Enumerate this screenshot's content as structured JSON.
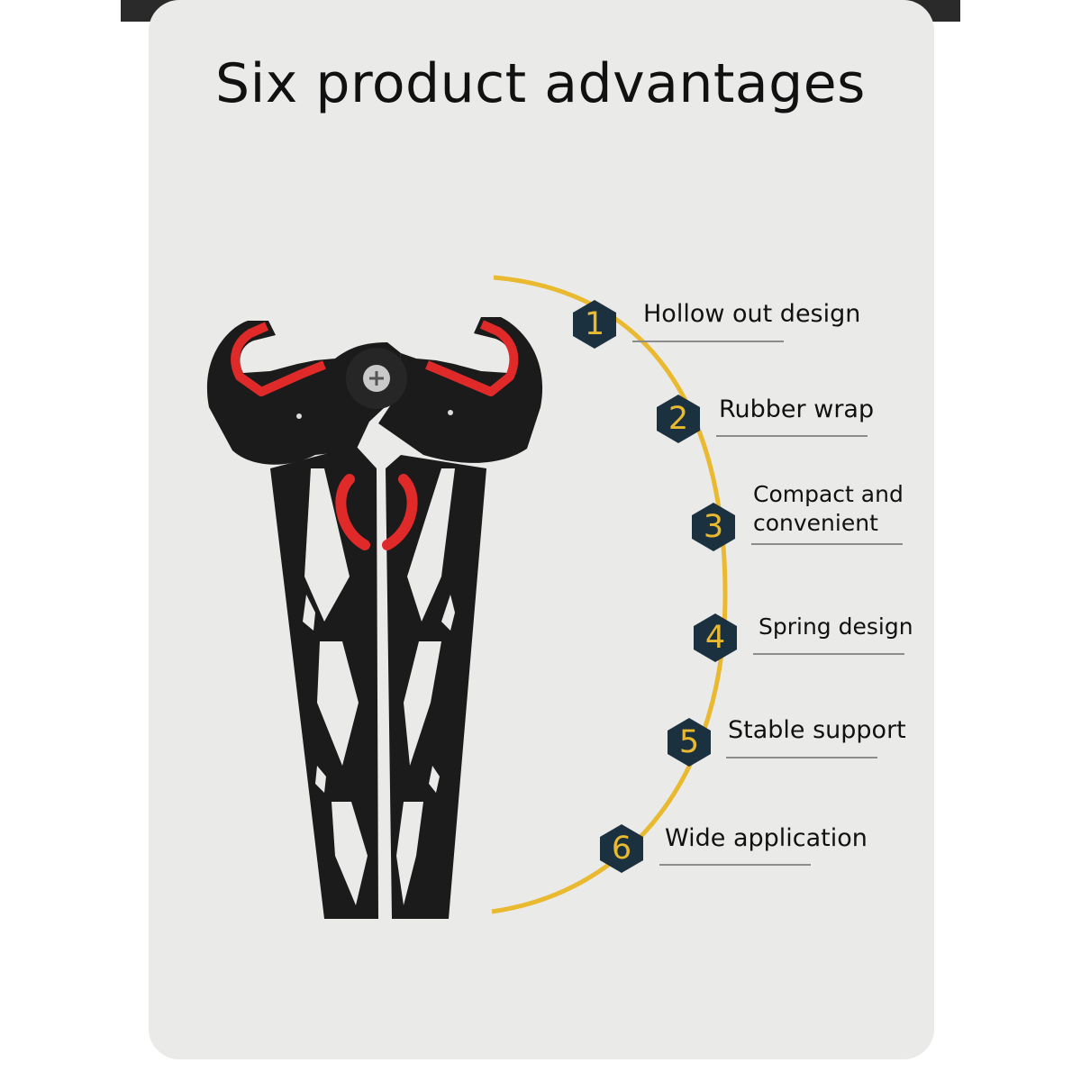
{
  "page": {
    "title": "Six product advantages"
  },
  "colors": {
    "card_background": "#eaeae9",
    "arc": "#e9b930",
    "badge_fill": "#1c3140",
    "badge_number": "#e9b930",
    "product_black": "#1b1b1b",
    "product_red": "#e02a2a"
  },
  "product": {
    "icon": "bow-stand-illustration"
  },
  "features": [
    {
      "number": "1",
      "label": "Hollow out design"
    },
    {
      "number": "2",
      "label": "Rubber wrap"
    },
    {
      "number": "3",
      "label_line1": "Compact and",
      "label_line2": "convenient"
    },
    {
      "number": "4",
      "label": "Spring design"
    },
    {
      "number": "5",
      "label": "Stable support"
    },
    {
      "number": "6",
      "label": "Wide application"
    }
  ]
}
